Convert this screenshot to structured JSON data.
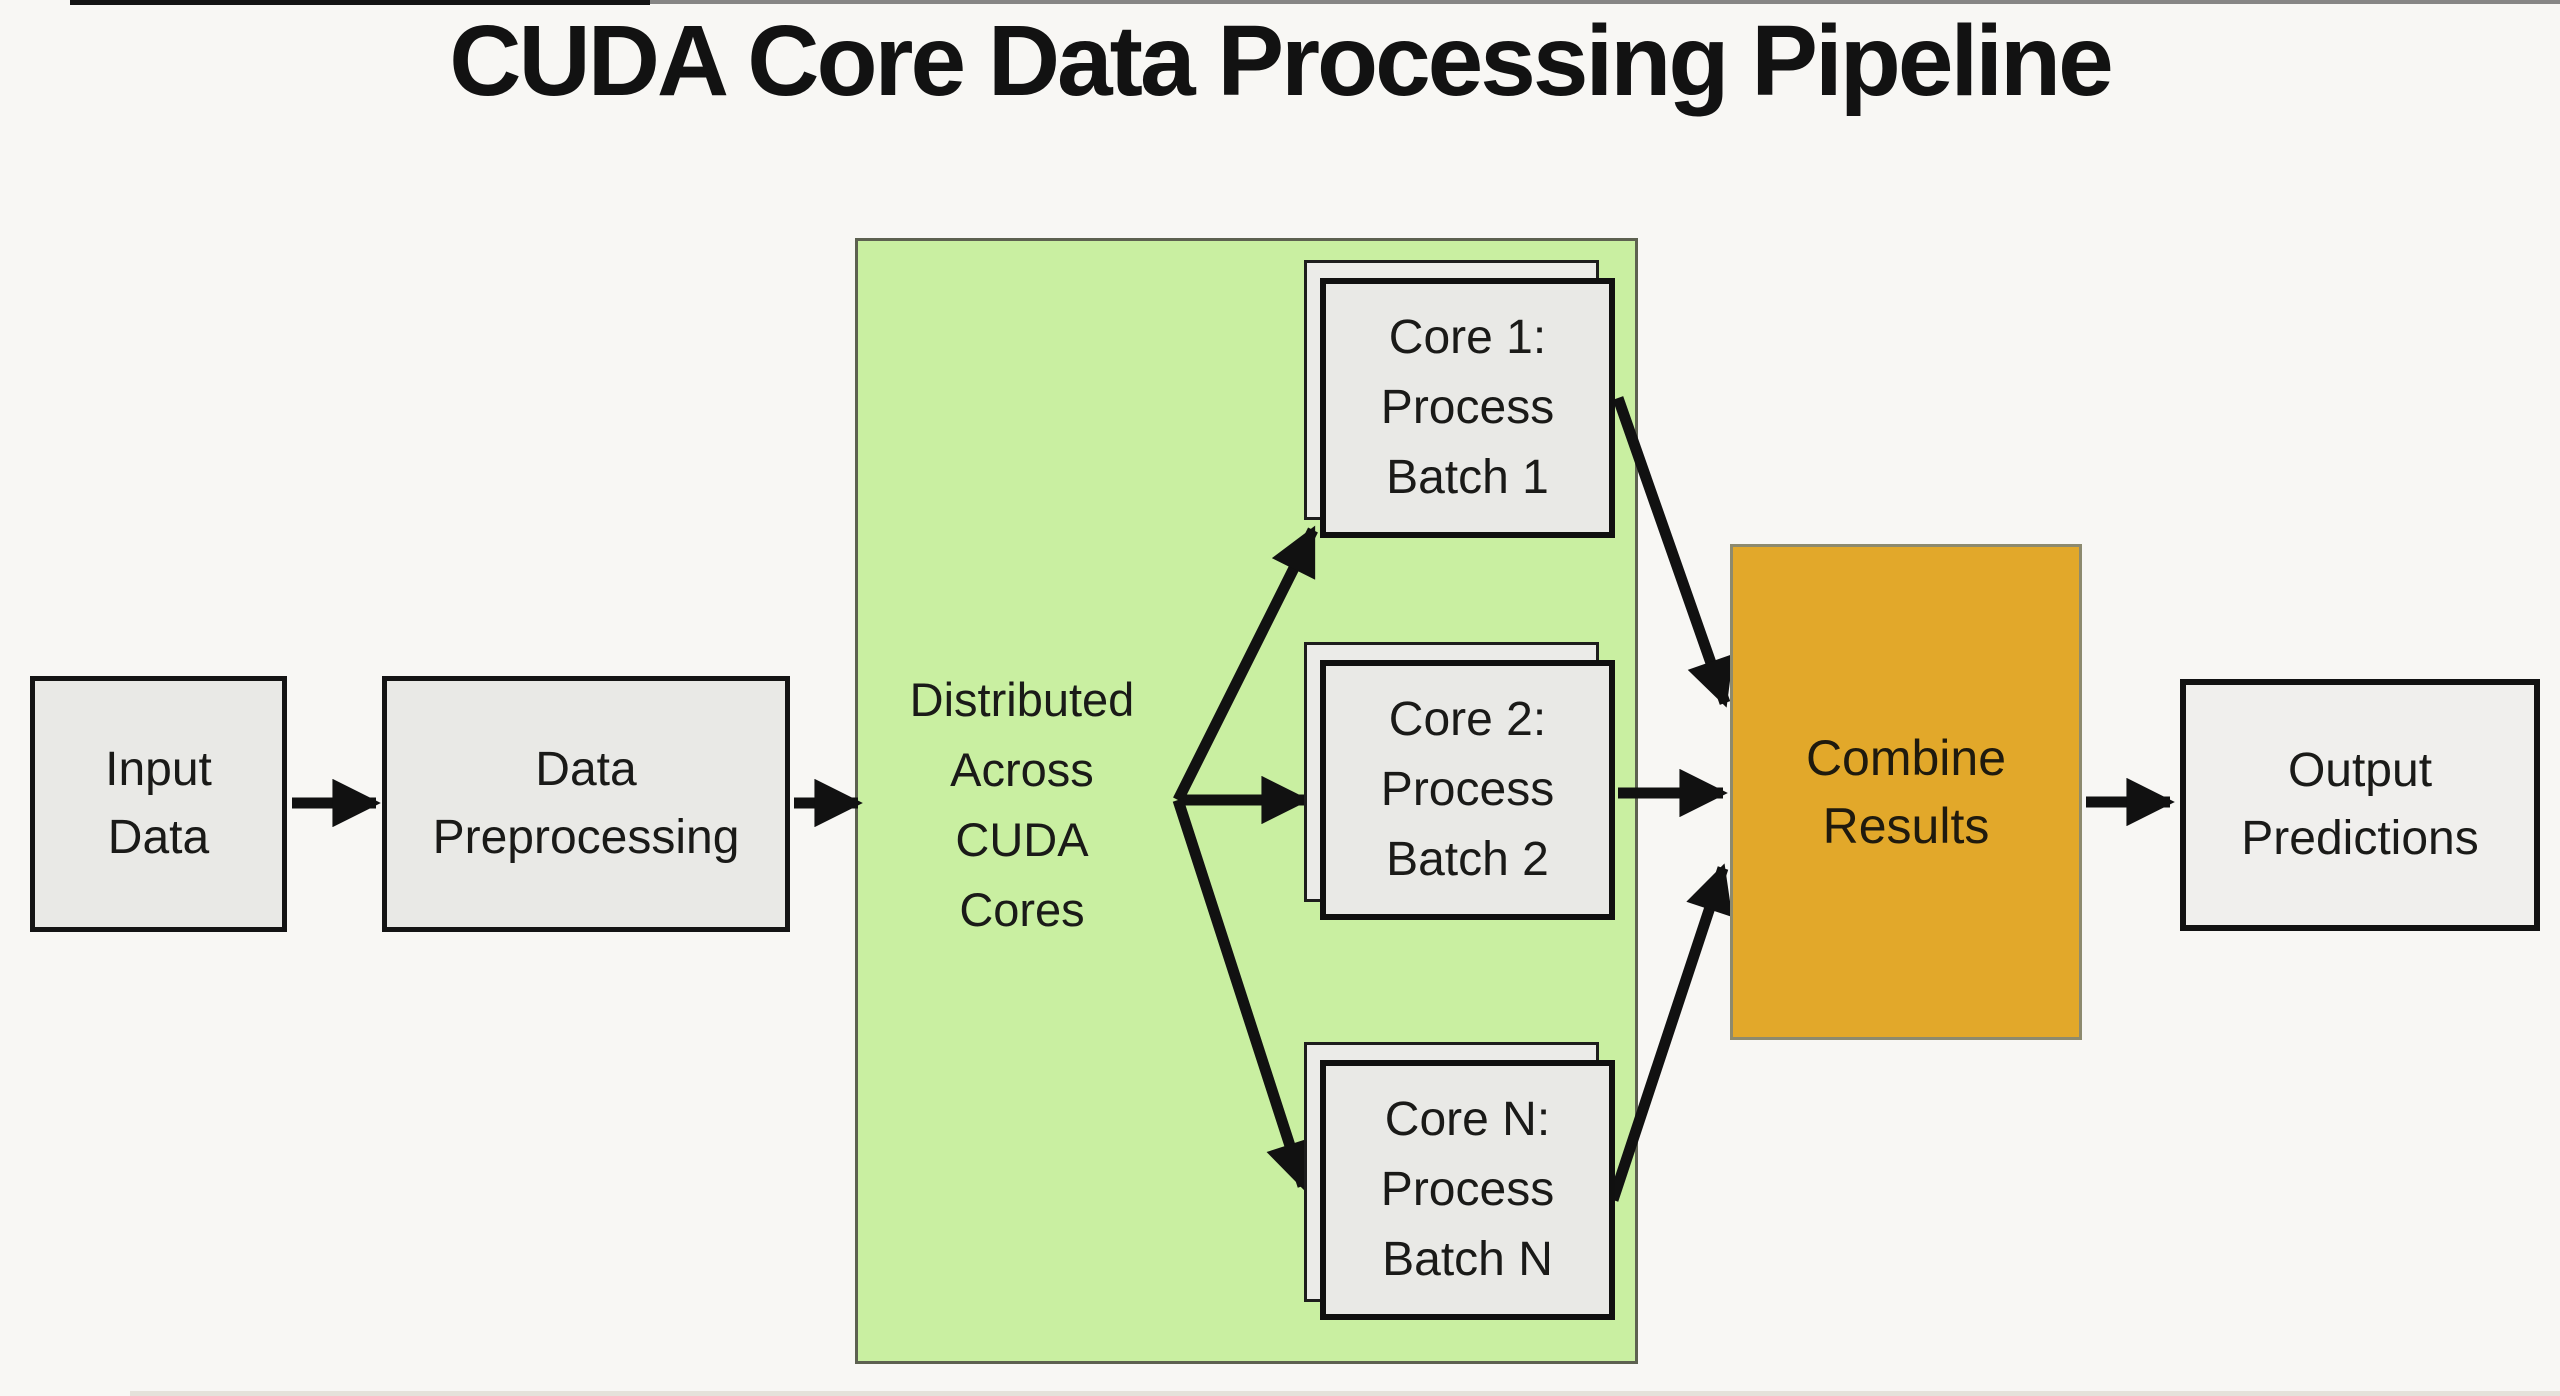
{
  "title": "CUDA Core Data Processing Pipeline",
  "nodes": {
    "input_data": "Input\nData",
    "preprocessing": "Data\nPreprocessing",
    "distributed": "Distributed\nAcross\nCUDA\nCores",
    "core1": "Core 1:\nProcess\nBatch 1",
    "core2": "Core 2:\nProcess\nBatch 2",
    "coreN": "Core N:\nProcess\nBatch N",
    "combine": "Combine\nResults",
    "output": "Output\nPredictions"
  },
  "colors": {
    "bg": "#f8f7f4",
    "green_fill": "#c9efa1",
    "green_border": "#5d6150",
    "gold_fill": "#e2a82a",
    "gold_border": "#8d8a6e",
    "gray_fill": "#e9e9e6",
    "gray_border": "#141414",
    "output_fill": "#f0efed",
    "arrow": "#111111",
    "text": "#1a1a18"
  }
}
